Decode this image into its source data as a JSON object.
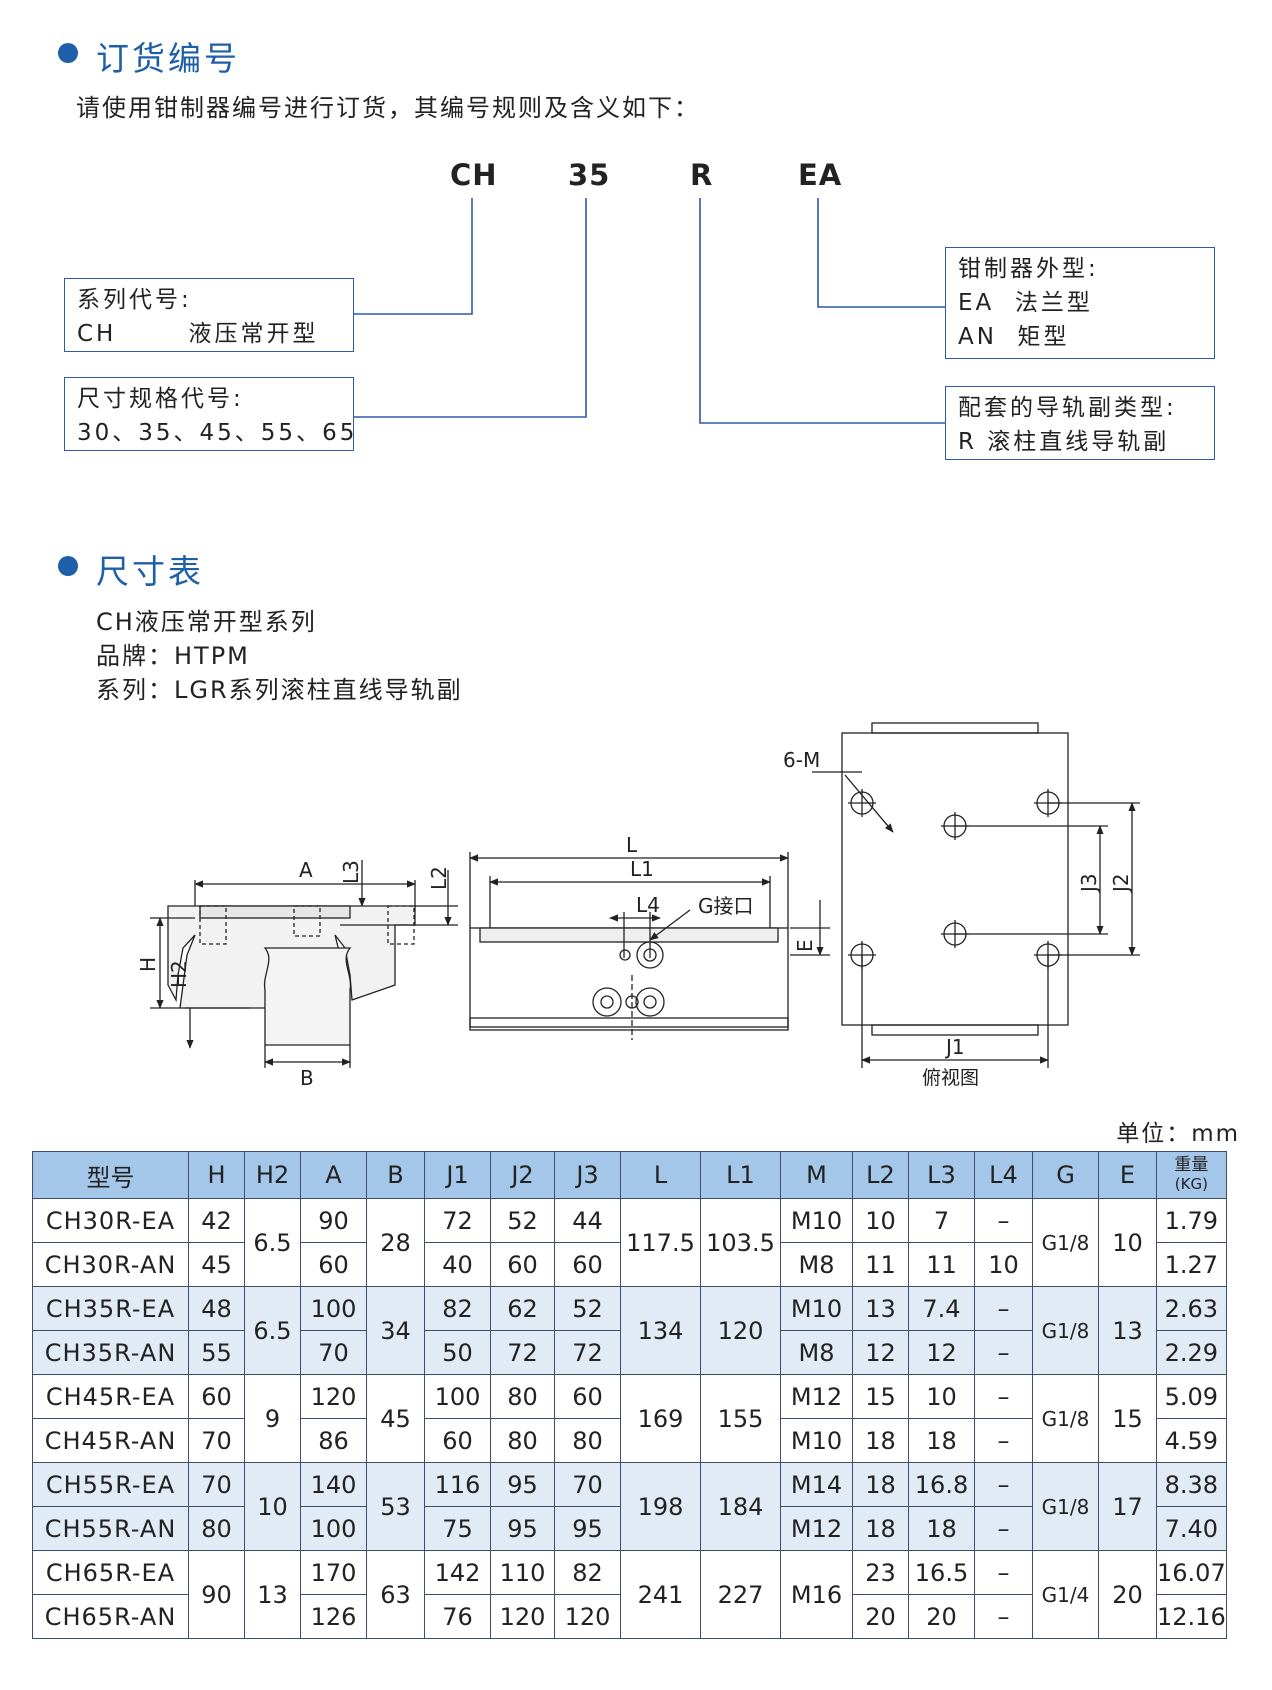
{
  "order_section": {
    "title": "订货编号",
    "intro": "请使用钳制器编号进行订货，其编号规则及含义如下：",
    "codes": [
      "CH",
      "35",
      "R",
      "EA"
    ],
    "boxes": {
      "series": {
        "title": "系列代号:",
        "line": "CH       液压常开型"
      },
      "size": {
        "title": "尺寸规格代号:",
        "line": "30、35、45、55、65"
      },
      "shape": {
        "title": "钳制器外型:",
        "lines": [
          "EA  法兰型",
          "AN  矩型"
        ]
      },
      "rail": {
        "title": "配套的导轨副类型:",
        "line": "R 滚柱直线导轨副"
      }
    }
  },
  "size_section": {
    "title": "尺寸表",
    "desc": [
      "CH液压常开型系列",
      "品牌：HTPM",
      "系列：LGR系列滚柱直线导轨副"
    ]
  },
  "diagram_labels": {
    "A": "A",
    "L3": "L3",
    "L2": "L2",
    "H": "H",
    "H2": "H2",
    "B": "B",
    "L": "L",
    "L1": "L1",
    "L4": "L4",
    "G": "G接口",
    "E": "E",
    "M": "6-M",
    "J1": "J1",
    "J2": "J2",
    "J3": "J3",
    "top_view": "俯视图"
  },
  "unit_label": "单位：mm",
  "table": {
    "headers": [
      "型号",
      "H",
      "H2",
      "A",
      "B",
      "J1",
      "J2",
      "J3",
      "L",
      "L1",
      "M",
      "L2",
      "L3",
      "L4",
      "G",
      "E",
      "重量",
      "(KG)"
    ],
    "groups": [
      {
        "H2": "6.5",
        "B": "28",
        "L": "117.5",
        "L1": "103.5",
        "G": "G1/8",
        "E": "10",
        "rows": [
          {
            "model": "CH30R-EA",
            "H": "42",
            "A": "90",
            "J1": "72",
            "J2": "52",
            "J3": "44",
            "M": "M10",
            "L2": "10",
            "L3": "7",
            "L4": "–",
            "W": "1.79"
          },
          {
            "model": "CH30R-AN",
            "H": "45",
            "A": "60",
            "J1": "40",
            "J2": "60",
            "J3": "60",
            "M": "M8",
            "L2": "11",
            "L3": "11",
            "L4": "10",
            "W": "1.27"
          }
        ]
      },
      {
        "H2": "6.5",
        "B": "34",
        "L": "134",
        "L1": "120",
        "G": "G1/8",
        "E": "13",
        "rows": [
          {
            "model": "CH35R-EA",
            "H": "48",
            "A": "100",
            "J1": "82",
            "J2": "62",
            "J3": "52",
            "M": "M10",
            "L2": "13",
            "L3": "7.4",
            "L4": "–",
            "W": "2.63"
          },
          {
            "model": "CH35R-AN",
            "H": "55",
            "A": "70",
            "J1": "50",
            "J2": "72",
            "J3": "72",
            "M": "M8",
            "L2": "12",
            "L3": "12",
            "L4": "–",
            "W": "2.29"
          }
        ]
      },
      {
        "H2": "9",
        "B": "45",
        "L": "169",
        "L1": "155",
        "G": "G1/8",
        "E": "15",
        "rows": [
          {
            "model": "CH45R-EA",
            "H": "60",
            "A": "120",
            "J1": "100",
            "J2": "80",
            "J3": "60",
            "M": "M12",
            "L2": "15",
            "L3": "10",
            "L4": "–",
            "W": "5.09"
          },
          {
            "model": "CH45R-AN",
            "H": "70",
            "A": "86",
            "J1": "60",
            "J2": "80",
            "J3": "80",
            "M": "M10",
            "L2": "18",
            "L3": "18",
            "L4": "–",
            "W": "4.59"
          }
        ]
      },
      {
        "H2": "10",
        "B": "53",
        "L": "198",
        "L1": "184",
        "G": "G1/8",
        "E": "17",
        "rows": [
          {
            "model": "CH55R-EA",
            "H": "70",
            "A": "140",
            "J1": "116",
            "J2": "95",
            "J3": "70",
            "M": "M14",
            "L2": "18",
            "L3": "16.8",
            "L4": "–",
            "W": "8.38"
          },
          {
            "model": "CH55R-AN",
            "H": "80",
            "A": "100",
            "J1": "75",
            "J2": "95",
            "J3": "95",
            "M": "M12",
            "L2": "18",
            "L3": "18",
            "L4": "–",
            "W": "7.40"
          }
        ]
      },
      {
        "H": "90",
        "H2": "13",
        "B": "63",
        "L": "241",
        "L1": "227",
        "M": "M16",
        "G": "G1/4",
        "E": "20",
        "rows": [
          {
            "model": "CH65R-EA",
            "A": "170",
            "J1": "142",
            "J2": "110",
            "J3": "82",
            "L2": "23",
            "L3": "16.5",
            "L4": "–",
            "W": "16.07"
          },
          {
            "model": "CH65R-AN",
            "A": "126",
            "J1": "76",
            "J2": "120",
            "J3": "120",
            "L2": "20",
            "L3": "20",
            "L4": "–",
            "W": "12.16"
          }
        ]
      }
    ]
  }
}
